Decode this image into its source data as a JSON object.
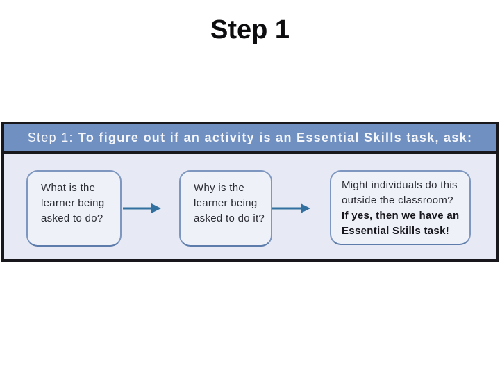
{
  "slide": {
    "title": "Step 1"
  },
  "banner": {
    "header": {
      "step_label": "Step 1:",
      "question": "To figure out if an activity is an Essential Skills task, ask:"
    },
    "boxes": [
      {
        "lines": [
          "What is the",
          "learner being",
          "asked to do?"
        ]
      },
      {
        "lines": [
          "Why is the",
          "learner being",
          "asked to do it?"
        ]
      },
      {
        "lines": [
          "Might individuals do this",
          "outside the classroom?",
          "If yes, then we have an",
          "Essential Skills task!"
        ]
      }
    ],
    "icons": {
      "arrow": "right-arrow-icon"
    },
    "colors": {
      "frame_border": "#17171c",
      "header_bg": "#7190c2",
      "header_text": "#f5f7fb",
      "body_bg": "#e7eaf4",
      "box_fill": "#eef1f8",
      "box_border": "#7d97c1",
      "arrow": "#31709f",
      "title_text": "#0d0d10"
    }
  }
}
